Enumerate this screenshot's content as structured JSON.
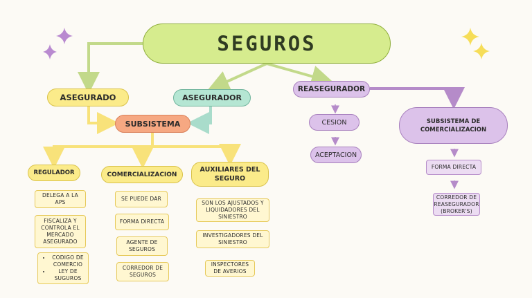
{
  "root": "SEGUROS",
  "level1": {
    "asegurado": "ASEGURADO",
    "asegurador": "ASEGURADOR",
    "reasegurador": "REASEGURADOR"
  },
  "subsistema": "SUBSISTEMA",
  "branches": {
    "regulador": "REGULADOR",
    "comercializacion": "COMERCIALIZACION",
    "auxiliares": "AUXILIARES DEL SEGURO"
  },
  "regulador_notes": [
    "DELEGA A LA APS",
    "FISCALIZA Y CONTROLA EL MERCADO ASEGURADO"
  ],
  "regulador_bullets": [
    "CODIGO DE COMERCIO",
    "LEY DE SUGUROS"
  ],
  "comercializacion_notes": [
    "SE PUEDE DAR",
    "FORMA DIRECTA",
    "AGENTE DE SEGUROS",
    "CORREDOR DE SEGUROS"
  ],
  "auxiliares_notes": [
    "SON LOS AJUSTADOS Y LIQUIDADORES DEL SINIESTRO",
    "INVESTIGADORES DEL SINIESTRO",
    "INSPECTORES DE AVERIOS"
  ],
  "reaseguro": {
    "cesion": "CESION",
    "aceptacion": "ACEPTACION",
    "subsistema_com": "SUBSISTEMA DE COMERCIALIZACION",
    "forma_directa": "FORMA DIRECTA",
    "corredor": "CORREDOR DE REASEGURADOR (BROKER'S)"
  },
  "colors": {
    "green": "#d6ec8e",
    "yellow": "#fbeb8a",
    "teal": "#b5e6d3",
    "purple": "#dcc2ea",
    "orange": "#f6a882",
    "line_green": "#c2d98a",
    "line_yellow": "#f8e27a",
    "line_purple": "#b58bc9"
  }
}
